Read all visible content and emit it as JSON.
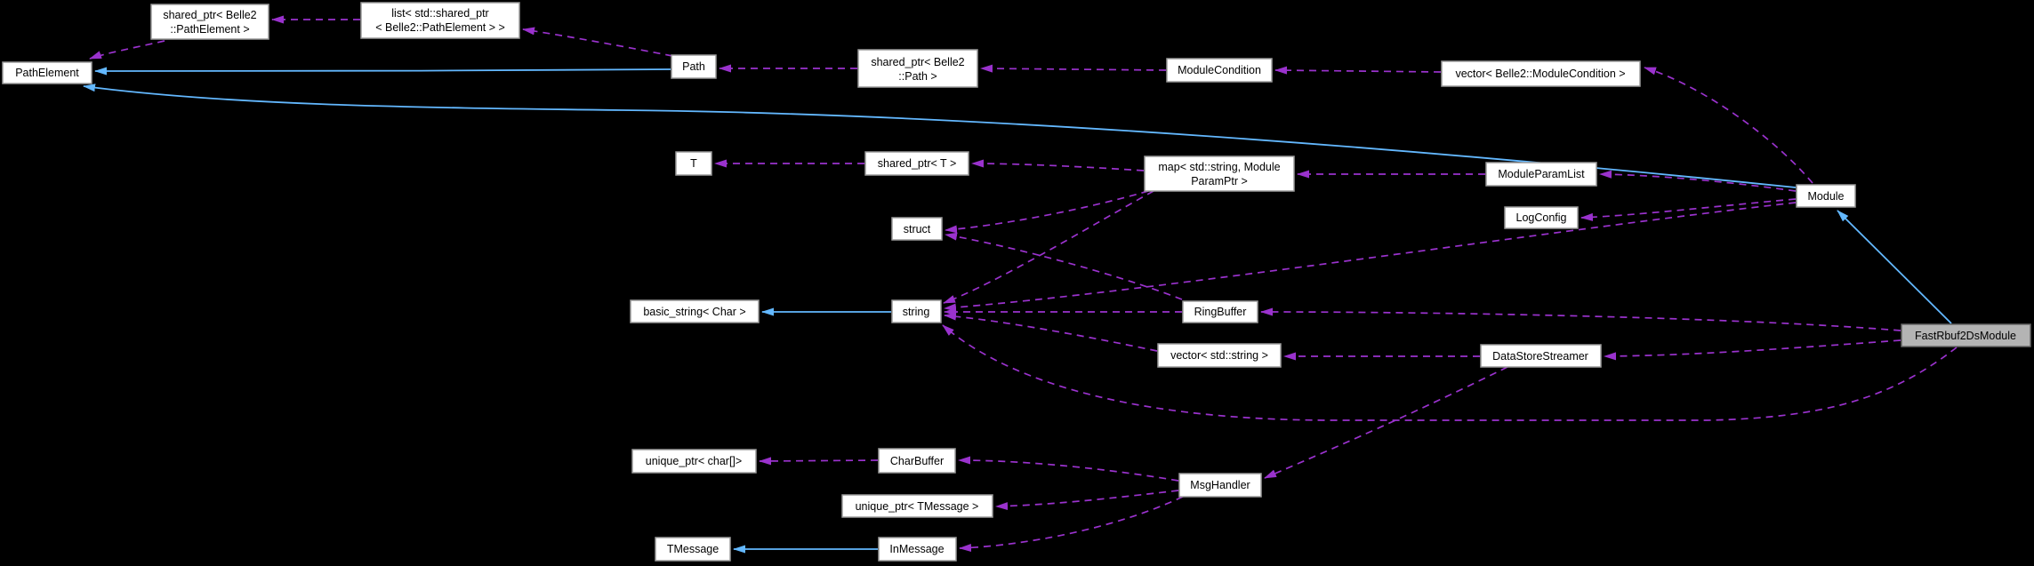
{
  "diagram": {
    "kind": "collaboration-graph",
    "highlighted_node": "FastRbuf2DsModule",
    "colors": {
      "background": "#000000",
      "node_fill": "#ffffff",
      "node_border": "#9b9b9b",
      "highlight_fill": "#b4b4b4",
      "highlight_border": "#666666",
      "usage_edge": "#9a32cd",
      "inheritance_edge": "#63b8ff",
      "text": "#000000"
    },
    "nodes": {
      "path_element": {
        "lines": [
          "PathElement"
        ]
      },
      "shared_ptr_path_element": {
        "lines": [
          "shared_ptr< Belle2",
          "::PathElement >"
        ]
      },
      "list_shared_ptr": {
        "lines": [
          "list< std::shared_ptr",
          "< Belle2::PathElement > >"
        ]
      },
      "path": {
        "lines": [
          "Path"
        ]
      },
      "shared_ptr_path": {
        "lines": [
          "shared_ptr< Belle2",
          "::Path >"
        ]
      },
      "module_condition": {
        "lines": [
          "ModuleCondition"
        ]
      },
      "vector_module_condition": {
        "lines": [
          "vector< Belle2::ModuleCondition >"
        ]
      },
      "t": {
        "lines": [
          "T"
        ]
      },
      "shared_ptr_t": {
        "lines": [
          "shared_ptr< T >"
        ]
      },
      "map_module_param_ptr": {
        "lines": [
          "map< std::string, Module",
          "ParamPtr >"
        ]
      },
      "module_param_list": {
        "lines": [
          "ModuleParamList"
        ]
      },
      "log_config": {
        "lines": [
          "LogConfig"
        ]
      },
      "module": {
        "lines": [
          "Module"
        ]
      },
      "struct_node": {
        "lines": [
          "struct"
        ]
      },
      "basic_string_char": {
        "lines": [
          "basic_string< Char >"
        ]
      },
      "string": {
        "lines": [
          "string"
        ]
      },
      "ring_buffer": {
        "lines": [
          "RingBuffer"
        ]
      },
      "vector_std_string": {
        "lines": [
          "vector< std::string >"
        ]
      },
      "data_store_streamer": {
        "lines": [
          "DataStoreStreamer"
        ]
      },
      "fast_rbuf2ds_module": {
        "lines": [
          "FastRbuf2DsModule"
        ]
      },
      "unique_ptr_char": {
        "lines": [
          "unique_ptr< char[]>"
        ]
      },
      "char_buffer": {
        "lines": [
          "CharBuffer"
        ]
      },
      "unique_ptr_tmessage": {
        "lines": [
          "unique_ptr< TMessage >"
        ]
      },
      "msg_handler": {
        "lines": [
          "MsgHandler"
        ]
      },
      "tmessage": {
        "lines": [
          "TMessage"
        ]
      },
      "in_message": {
        "lines": [
          "InMessage"
        ]
      }
    },
    "edges": [
      {
        "from": "shared_ptr_path_element",
        "to": "path_element",
        "relation": "usage"
      },
      {
        "from": "list_shared_ptr",
        "to": "shared_ptr_path_element",
        "relation": "usage"
      },
      {
        "from": "path",
        "to": "list_shared_ptr",
        "relation": "usage"
      },
      {
        "from": "path",
        "to": "path_element",
        "relation": "inheritance"
      },
      {
        "from": "shared_ptr_path",
        "to": "path",
        "relation": "usage"
      },
      {
        "from": "module_condition",
        "to": "shared_ptr_path",
        "relation": "usage"
      },
      {
        "from": "vector_module_condition",
        "to": "module_condition",
        "relation": "usage"
      },
      {
        "from": "module",
        "to": "vector_module_condition",
        "relation": "usage"
      },
      {
        "from": "module",
        "to": "path_element",
        "relation": "inheritance"
      },
      {
        "from": "module",
        "to": "module_param_list",
        "relation": "usage"
      },
      {
        "from": "module",
        "to": "log_config",
        "relation": "usage"
      },
      {
        "from": "module",
        "to": "string",
        "relation": "usage"
      },
      {
        "from": "shared_ptr_t",
        "to": "t",
        "relation": "usage"
      },
      {
        "from": "map_module_param_ptr",
        "to": "shared_ptr_t",
        "relation": "usage"
      },
      {
        "from": "map_module_param_ptr",
        "to": "struct_node",
        "relation": "usage"
      },
      {
        "from": "map_module_param_ptr",
        "to": "string",
        "relation": "usage"
      },
      {
        "from": "module_param_list",
        "to": "map_module_param_ptr",
        "relation": "usage"
      },
      {
        "from": "string",
        "to": "basic_string_char",
        "relation": "inheritance"
      },
      {
        "from": "ring_buffer",
        "to": "struct_node",
        "relation": "usage"
      },
      {
        "from": "ring_buffer",
        "to": "string",
        "relation": "usage"
      },
      {
        "from": "vector_std_string",
        "to": "string",
        "relation": "usage"
      },
      {
        "from": "data_store_streamer",
        "to": "vector_std_string",
        "relation": "usage"
      },
      {
        "from": "data_store_streamer",
        "to": "msg_handler",
        "relation": "usage"
      },
      {
        "from": "msg_handler",
        "to": "char_buffer",
        "relation": "usage"
      },
      {
        "from": "char_buffer",
        "to": "unique_ptr_char",
        "relation": "usage"
      },
      {
        "from": "msg_handler",
        "to": "unique_ptr_tmessage",
        "relation": "usage"
      },
      {
        "from": "msg_handler",
        "to": "in_message",
        "relation": "usage"
      },
      {
        "from": "in_message",
        "to": "tmessage",
        "relation": "inheritance"
      },
      {
        "from": "fast_rbuf2ds_module",
        "to": "module",
        "relation": "inheritance"
      },
      {
        "from": "fast_rbuf2ds_module",
        "to": "ring_buffer",
        "relation": "usage"
      },
      {
        "from": "fast_rbuf2ds_module",
        "to": "data_store_streamer",
        "relation": "usage"
      },
      {
        "from": "fast_rbuf2ds_module",
        "to": "string",
        "relation": "usage"
      }
    ]
  }
}
